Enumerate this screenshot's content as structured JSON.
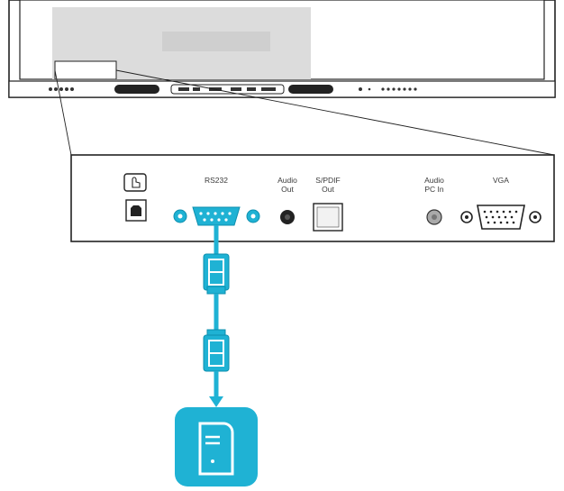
{
  "panel": {
    "ports": [
      {
        "id": "usb-b",
        "label": "",
        "icon": "touch-usb-icon"
      },
      {
        "id": "rs232",
        "label": "RS232",
        "icon": "serial-port-icon"
      },
      {
        "id": "audio-out",
        "label": "Audio\nOut",
        "icon": "audio-jack-icon"
      },
      {
        "id": "spdif-out",
        "label": "S/PDIF\nOut",
        "icon": "optical-port-icon"
      },
      {
        "id": "audio-pc-in",
        "label": "Audio\nPC In",
        "icon": "audio-jack-icon"
      },
      {
        "id": "vga",
        "label": "VGA",
        "icon": "vga-port-icon"
      }
    ]
  },
  "colors": {
    "accent": "#1fb2d4",
    "accent_dark": "#0e8fae",
    "outline": "#222222",
    "screen": "#dcdcdc"
  },
  "icons": {
    "computer": "computer-tower-icon",
    "connector": "db9-connector-icon"
  }
}
